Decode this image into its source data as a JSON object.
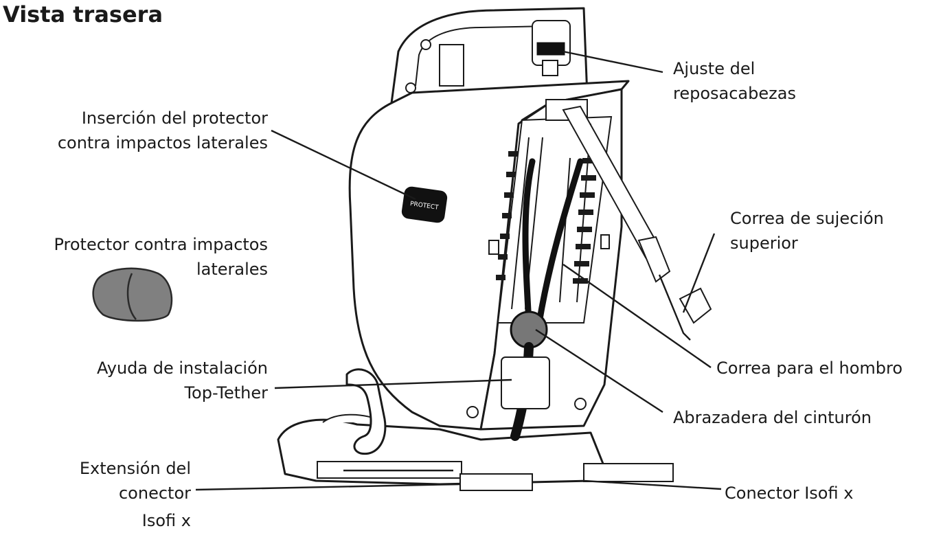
{
  "title": "Vista trasera",
  "labels": {
    "headrest_adjust": [
      "Ajuste del",
      "reposacabezas"
    ],
    "side_insert": [
      "Inserción del protector",
      "contra impactos laterales"
    ],
    "side_protector": [
      "Protector contra impactos",
      "laterales"
    ],
    "top_strap": [
      "Correa de sujeción",
      "superior"
    ],
    "shoulder_strap": "Correa para el hombro",
    "install_aid": [
      "Ayuda de instalación",
      "Top-Tether"
    ],
    "belt_clamp": "Abrazadera del cinturón",
    "connector_ext": [
      "Extensión del",
      "conector",
      "Isofi x"
    ],
    "connector": "Conector Isofi x"
  },
  "badge_text": "PROTECT",
  "colors": {
    "ink": "#1a1a1a",
    "protector_fill": "#808080",
    "background": "#ffffff"
  }
}
